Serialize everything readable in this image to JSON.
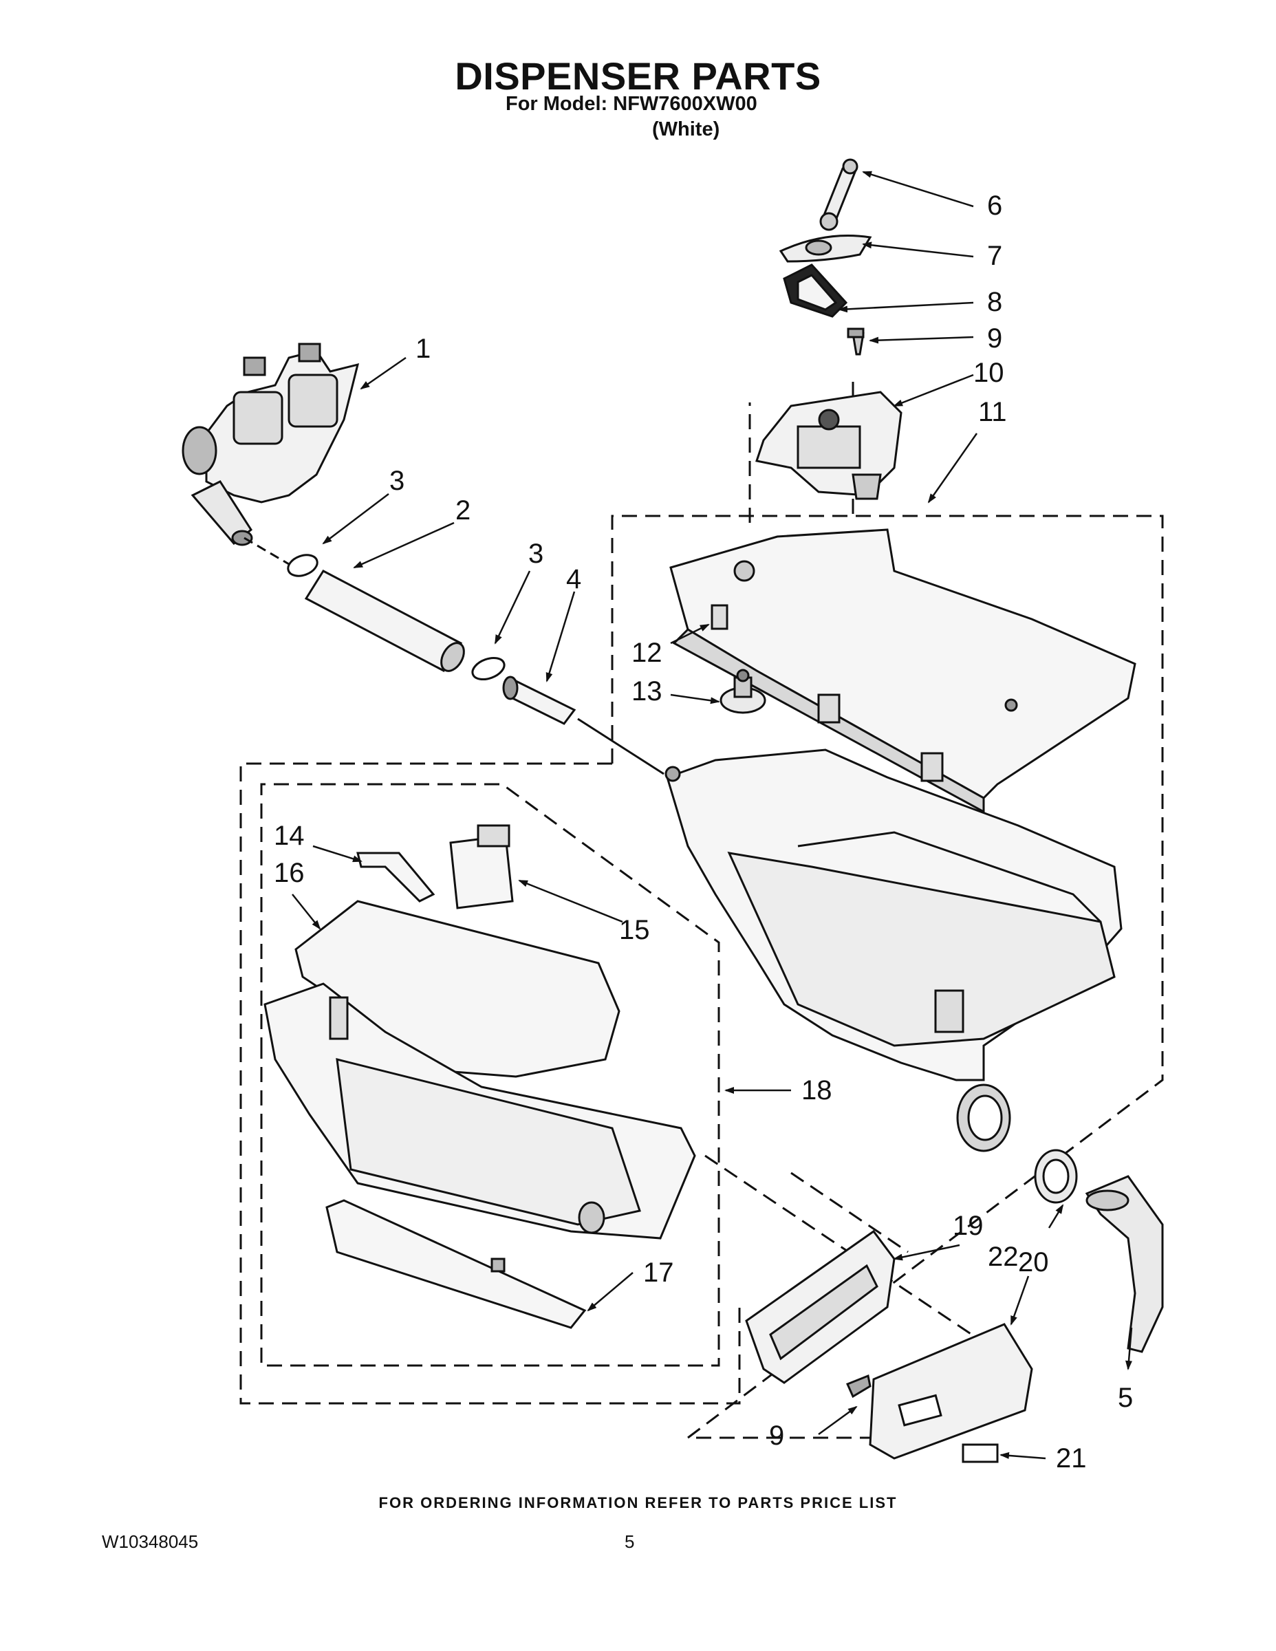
{
  "header": {
    "title": "DISPENSER PARTS",
    "model_line": "For Model: NFW7600XW00",
    "color_line": "(White)"
  },
  "callouts": {
    "c1": "1",
    "c2": "2",
    "c3a": "3",
    "c3b": "3",
    "c4": "4",
    "c5": "5",
    "c6": "6",
    "c7": "7",
    "c8": "8",
    "c9a": "9",
    "c9b": "9",
    "c10": "10",
    "c11": "11",
    "c12": "12",
    "c13": "13",
    "c14": "14",
    "c15": "15",
    "c16": "16",
    "c17": "17",
    "c18": "18",
    "c19": "19",
    "c20": "20",
    "c21": "21",
    "c22": "22"
  },
  "footer": {
    "note": "FOR ORDERING INFORMATION REFER TO PARTS PRICE LIST",
    "doc_id": "W10348045",
    "page": "5"
  },
  "colors": {
    "ink": "#111111",
    "part_fill": "#f4f4f4",
    "part_shade": "#cfcfcf",
    "dark": "#2a2a2a"
  }
}
